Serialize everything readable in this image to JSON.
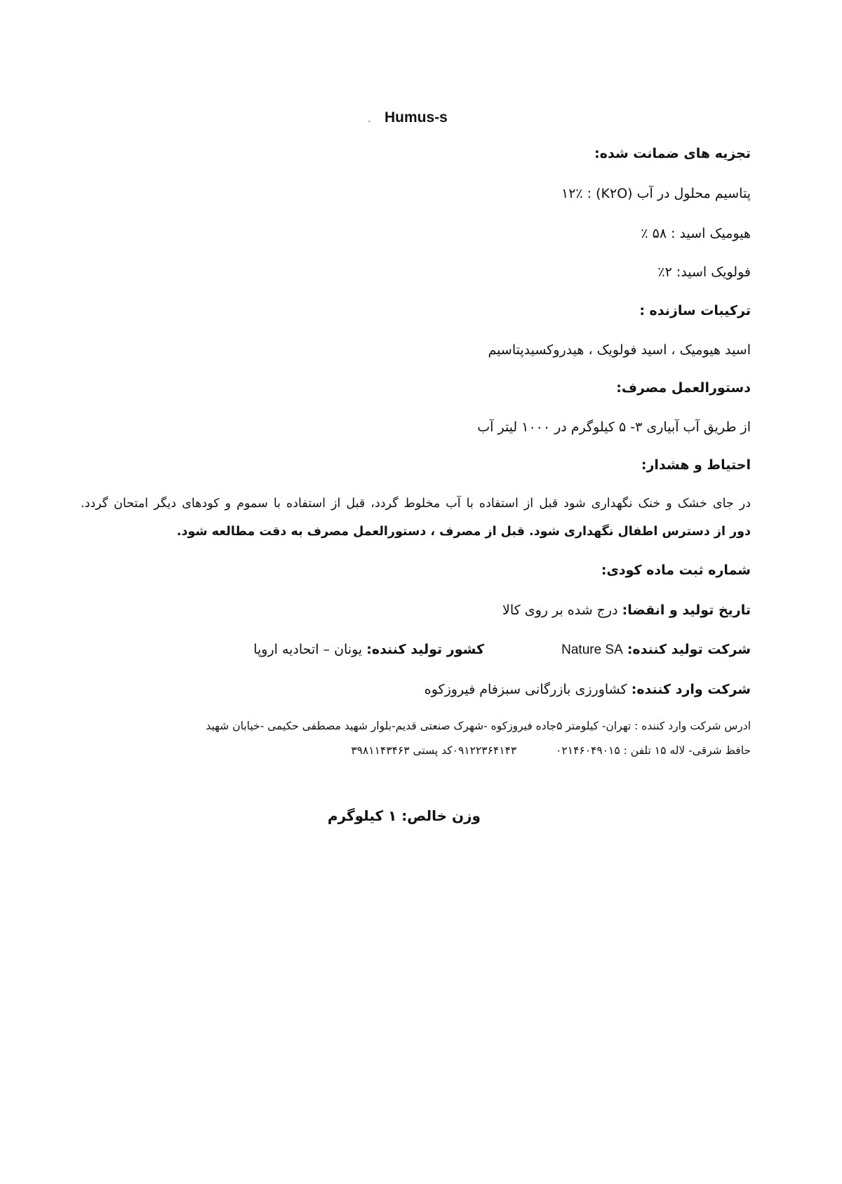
{
  "doc": {
    "title": "Humus-s",
    "title_dot": ".",
    "guaranteed_heading": "تجزیه های ضمانت شده:",
    "potassium_line": "پتاسیم محلول در آب (K۲O) : ۱۲٪",
    "humic_line": "هیومیک اسید : ۵۸ ٪",
    "fulvic_line": "فولویک اسید: ۲٪",
    "composition_heading": "ترکیبات سازنده :",
    "composition_text": "اسید هیومیک ، اسید فولویک ، هیدروکسیدپتاسیم",
    "usage_heading": "دستورالعمل مصرف:",
    "usage_text": "از طریق آب آبیاری ۳- ۵ کیلوگرم در ۱۰۰۰ لیتر آب",
    "warning_heading": "احتیاط و هشدار:",
    "warning_line1": "در جای خشک و خنک نگهداری شود قبل از استفاده با آب مخلوط گردد، قبل از استفاده با سموم و کودهای دیگر امتحان گردد.",
    "warning_line2": "دور از دسترس اطفال نگهداری شود. قبل از مصرف ، دستورالعمل مصرف به دقت مطالعه شود.",
    "registration_heading": "شماره ثبت ماده کودی:",
    "dates_label": "تاریخ تولید و انقضا:",
    "dates_value": "درج شده بر روی کالا",
    "manufacturer_label": "شرکت تولید کننده:",
    "manufacturer_value": "Nature SA",
    "country_label": "کشور تولید کننده:",
    "country_value": "یونان – اتحادیه اروپا",
    "importer_label": "شرکت وارد کننده:",
    "importer_value": "کشاورزی بازرگانی سبزفام فیروزکوه",
    "address_line1": "ادرس شرکت وارد کننده : تهران- کیلومتر ۵جاده فیروزکوه -شهرک صنعتی قدیم-بلوار شهید مصطفی حکیمی -خیابان شهید",
    "address_line2_a": "حافظ شرقی- لاله ۱۵ تلفن :",
    "address_phone1": "۰۲۱۴۶۰۴۹۰۱۵",
    "address_phone2": "۰۹۱۲۲۳۶۴۱۴۳",
    "address_postal_label": "کد پستی",
    "address_postal": "۳۹۸۱۱۴۳۴۶۳",
    "net_weight": "وزن خالص: ۱ کیلوگرم"
  }
}
